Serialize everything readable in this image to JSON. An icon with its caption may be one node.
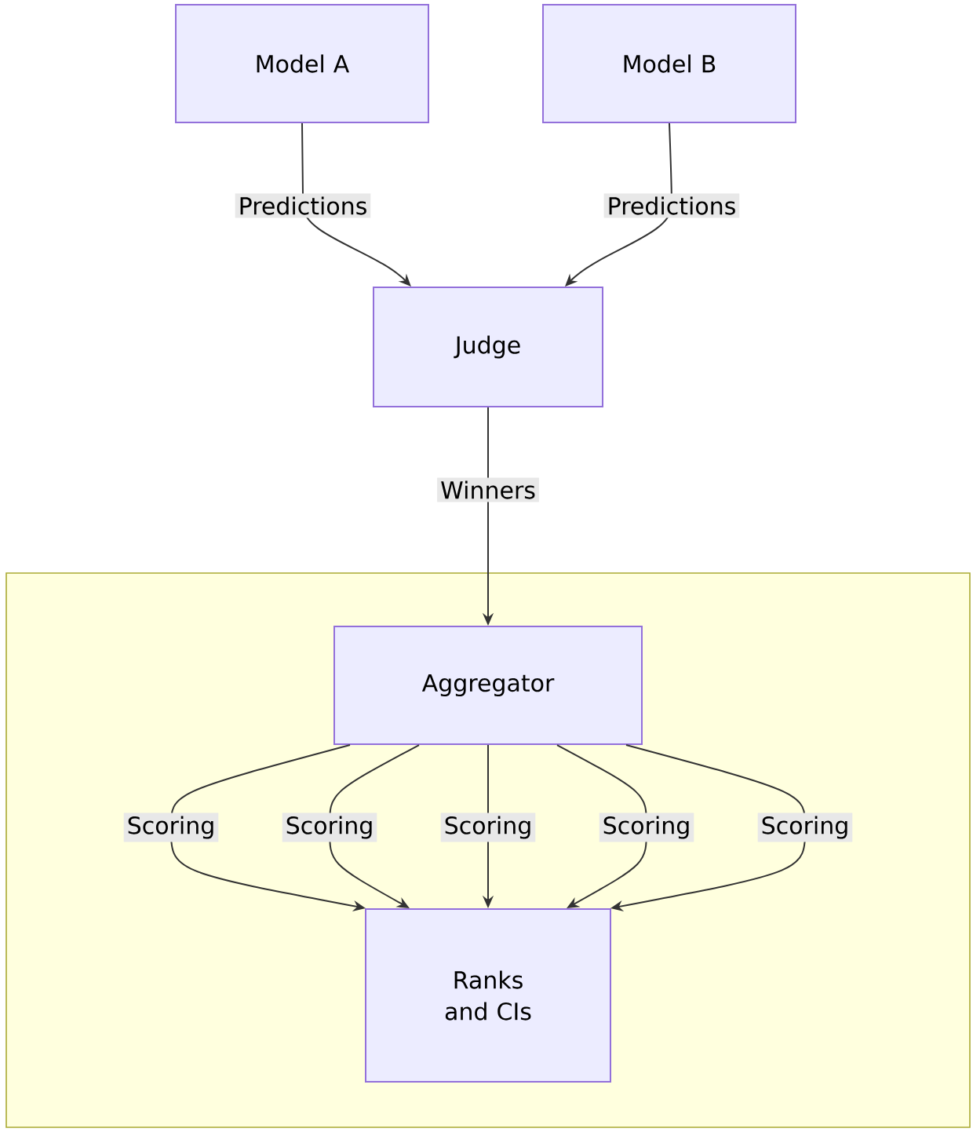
{
  "diagram": {
    "nodes": [
      {
        "text": [
          "Model A"
        ]
      },
      {
        "text": [
          "Model B"
        ]
      },
      {
        "text": [
          "Judge"
        ]
      },
      {
        "text": [],
        "shape": "box"
      },
      {
        "text": [
          "Aggregator"
        ],
        "in": 3
      },
      {
        "text": [
          "Ranks and CIs"
        ],
        "in": 3
      }
    ],
    "edges": [
      {
        "from": 0,
        "to": 2,
        "arrow": "to",
        "label": "Predictions"
      },
      {
        "from": 1,
        "to": 2,
        "arrow": "to",
        "label": "Predictions"
      },
      {
        "from": 2,
        "to": 4,
        "arrow": "to",
        "label": "Winners"
      },
      {
        "from": 4,
        "to": 5,
        "arrow": "to",
        "label": "Scoring"
      },
      {
        "from": 4,
        "to": 5,
        "arrow": "to",
        "label": "Scoring"
      },
      {
        "from": 4,
        "to": 5,
        "arrow": "to",
        "label": "Scoring"
      },
      {
        "from": 4,
        "to": 5,
        "arrow": "to",
        "label": "Scoring"
      },
      {
        "from": 4,
        "to": 5,
        "arrow": "to",
        "label": "Scoring"
      }
    ]
  }
}
